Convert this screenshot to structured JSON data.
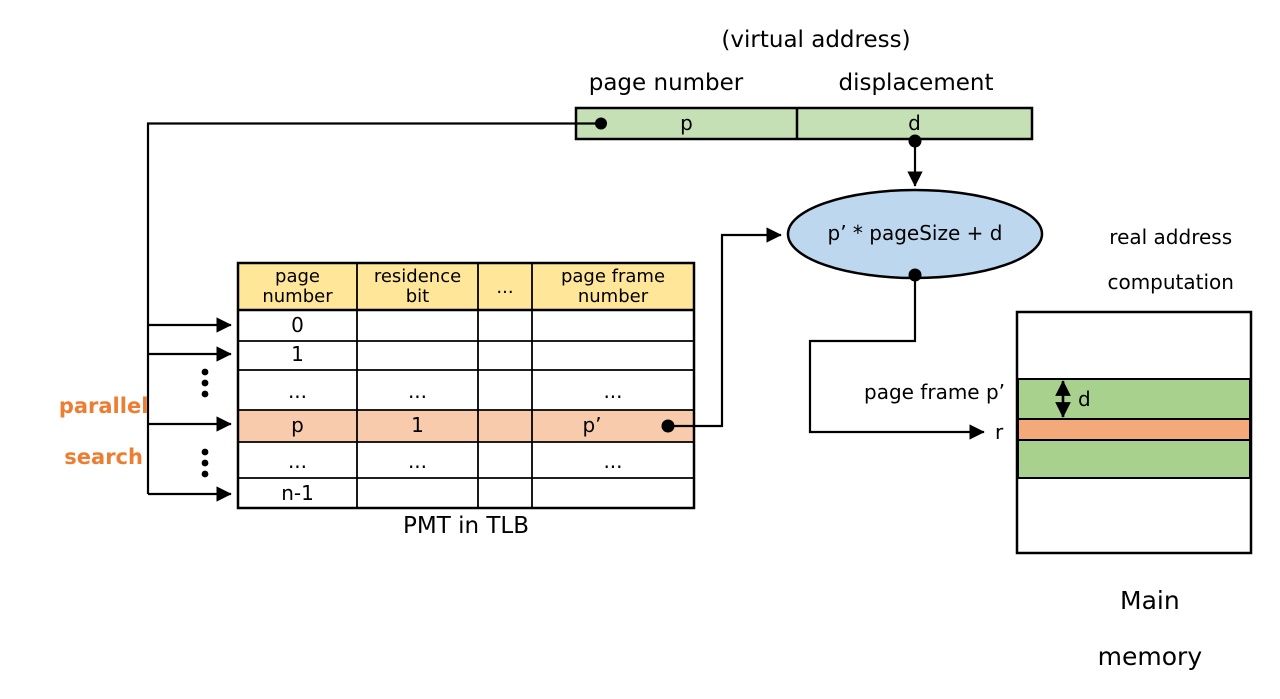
{
  "diagram": {
    "title": "(virtual address)",
    "virtual_address": {
      "caption": "(virtual address)",
      "field_labels": [
        "page number",
        "displacement"
      ],
      "fields": [
        {
          "name": "page number",
          "value": "p"
        },
        {
          "name": "displacement",
          "value": "d"
        }
      ]
    },
    "table": {
      "caption": "PMT in TLB",
      "headers": [
        "page\nnumber",
        "residence\nbit",
        "...",
        "page frame\nnumber"
      ],
      "headers_flat": [
        "page number",
        "residence bit",
        "...",
        "page frame number"
      ],
      "rows": [
        {
          "cells": [
            "0",
            "",
            "",
            ""
          ],
          "highlighted": false
        },
        {
          "cells": [
            "1",
            "",
            "",
            ""
          ],
          "highlighted": false
        },
        {
          "cells": [
            "...",
            "...",
            "",
            "..."
          ],
          "highlighted": false
        },
        {
          "cells": [
            "p",
            "1",
            "",
            "p’"
          ],
          "highlighted": true
        },
        {
          "cells": [
            "...",
            "...",
            "",
            "..."
          ],
          "highlighted": false
        },
        {
          "cells": [
            "n-1",
            "",
            "",
            ""
          ],
          "highlighted": false
        }
      ]
    },
    "parallel_search_label": "parallel\nsearch",
    "parallel_search_lines": [
      "parallel",
      "search"
    ],
    "ellipse": {
      "formula": "p’ * pageSize + d",
      "note": "real address\ncomputation",
      "note_lines": [
        "real address",
        "computation"
      ]
    },
    "memory": {
      "caption": "Main\nmemory",
      "caption_lines": [
        "Main",
        "memory"
      ],
      "frame_label": "page frame p’",
      "result_label": "r",
      "offset_label": "d"
    },
    "vertical_dots": "⋮",
    "colors": {
      "va_green": "#C5E0B4",
      "mem_green": "#A9D18E",
      "header_yellow": "#FFE699",
      "row_orange": "#F8CBAD",
      "mem_orange": "#F4A97A",
      "ellipse_blue": "#BDD7EE",
      "accent_orange": "#ED7D31",
      "stroke": "#000000"
    }
  }
}
